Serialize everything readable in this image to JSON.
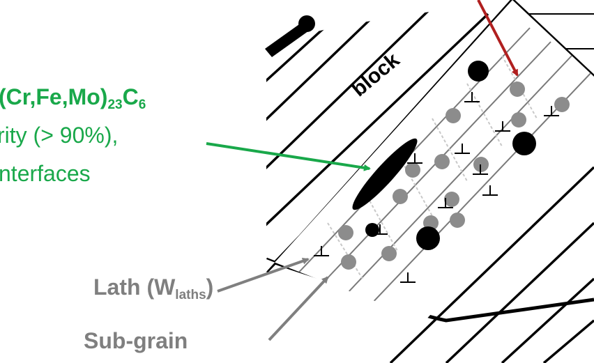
{
  "labels": {
    "carbide_formula": "(Cr,Fe,Mo)",
    "carbide_sub_1": "23",
    "carbide_c": "C",
    "carbide_sub_2": "6",
    "carbide_line2": "rity (> 90%),",
    "carbide_line3": "nterfaces",
    "block": "block",
    "lath_text": "Lath (W",
    "lath_sub": "laths",
    "lath_close": ")",
    "subgrain": "Sub-grain"
  },
  "colors": {
    "green": "#19a84a",
    "gray": "#7f7f7f",
    "dark_red": "#b01f1f",
    "black": "#000000",
    "dot_gray": "#8c8c8c"
  }
}
